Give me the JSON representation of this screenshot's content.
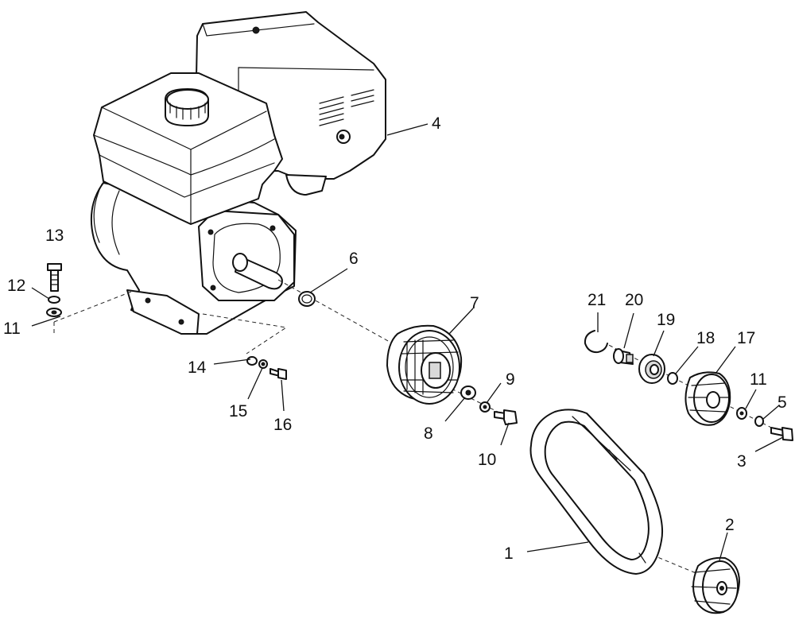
{
  "callouts": {
    "c1": "1",
    "c2": "2",
    "c3": "3",
    "c4": "4",
    "c5": "5",
    "c6": "6",
    "c7": "7",
    "c8": "8",
    "c9": "9",
    "c10": "10",
    "c11a": "11",
    "c11b": "11",
    "c12": "12",
    "c13": "13",
    "c14": "14",
    "c15": "15",
    "c16": "16",
    "c17": "17",
    "c18": "18",
    "c19": "19",
    "c20": "20",
    "c21": "21"
  }
}
